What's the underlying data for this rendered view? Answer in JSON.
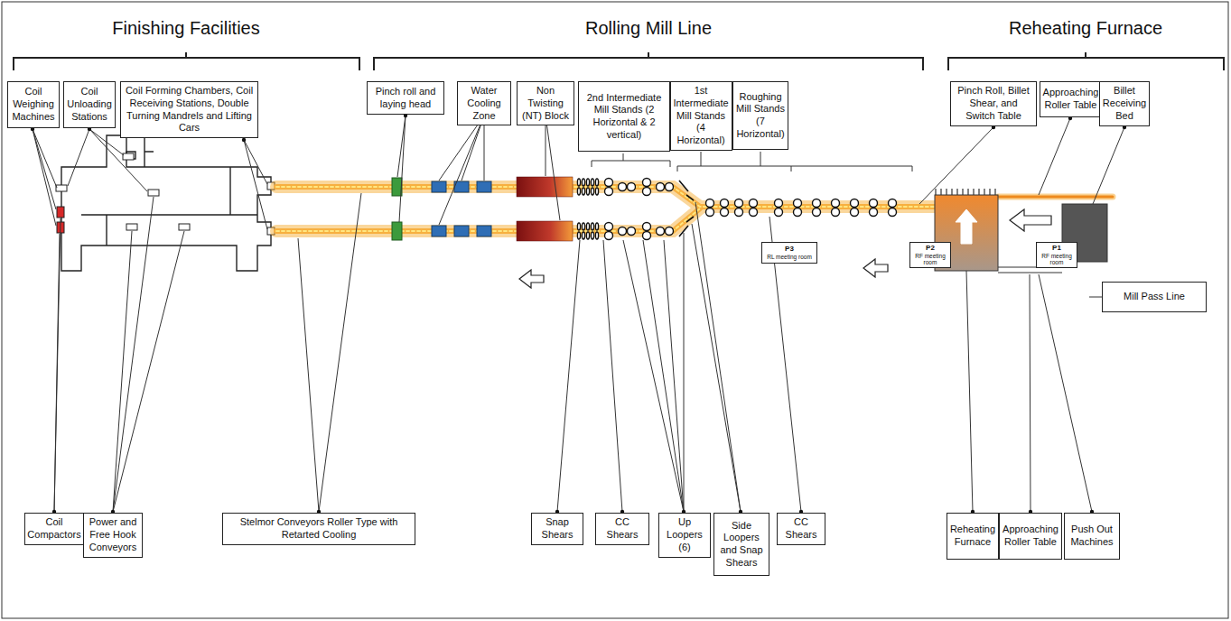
{
  "diagram": {
    "nodes": [
      {
        "text": [
          "Coil Weighing Machines"
        ]
      },
      {
        "text": [
          "Coil Unloading Stations"
        ]
      },
      {
        "text": [
          "Coil Forming Chambers, Coil Receiving Stations, Double Turning Mandrels and Lifting Cars"
        ]
      },
      {
        "text": [
          "Pinch roll and laying head"
        ]
      },
      {
        "text": [
          "Water Cooling Zone"
        ]
      },
      {
        "text": [
          "Non Twisting (NT) Block"
        ]
      },
      {
        "text": [
          "2nd Intermediate Mill Stands (2 Horizontal & 2 vertical)"
        ]
      },
      {
        "text": [
          "1st Intermediate Mill Stands (4 Horizontal)"
        ]
      },
      {
        "text": [
          "Roughing Mill Stands (7 Horizontal)"
        ]
      },
      {
        "text": [
          "Pinch Roll, Billet Shear, and Switch Table"
        ]
      },
      {
        "text": [
          "Approaching Roller Table"
        ]
      },
      {
        "text": [
          "Billet Receiving Bed"
        ]
      },
      {
        "text": [
          "P3",
          "RL meeting room"
        ]
      },
      {
        "text": [
          "P2",
          "RF meeting room"
        ]
      },
      {
        "text": [
          "P1",
          "RF meeting room"
        ]
      },
      {
        "text": [
          "Mill Pass Line"
        ]
      },
      {
        "text": [
          "Coil Compactors"
        ]
      },
      {
        "text": [
          "Power and Free Hook Conveyors"
        ]
      },
      {
        "text": [
          "Stelmor Conveyors Roller Type with Retarted Cooling"
        ]
      },
      {
        "text": [
          "Snap Shears"
        ]
      },
      {
        "text": [
          "CC Shears"
        ]
      },
      {
        "text": [
          "Up Loopers (6)"
        ]
      },
      {
        "text": [
          "Side Loopers and Snap Shears"
        ]
      },
      {
        "text": [
          "CC Shears"
        ]
      },
      {
        "text": [
          "Reheating Furnace"
        ]
      },
      {
        "text": [
          "Approaching Roller Table"
        ]
      },
      {
        "text": [
          "Push Out Machines"
        ]
      }
    ],
    "labels": [
      "Finishing Facilities",
      "Rolling Mill Line",
      "Reheating Furnace"
    ]
  }
}
